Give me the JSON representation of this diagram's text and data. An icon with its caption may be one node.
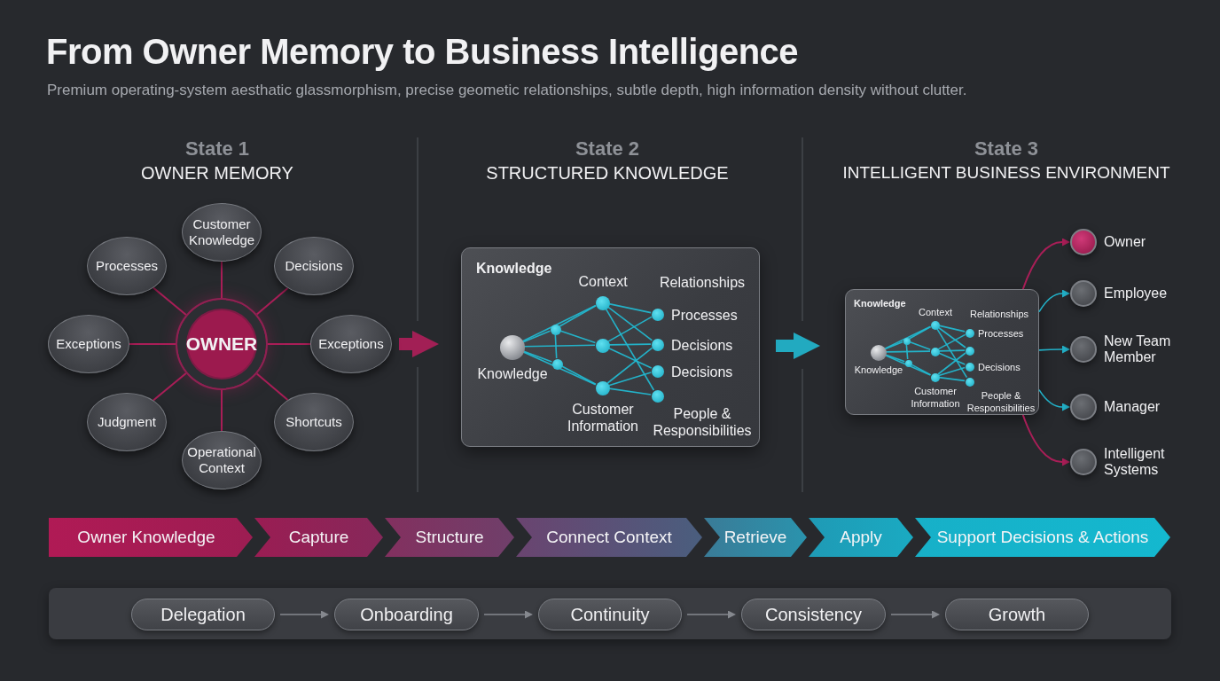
{
  "diagram": {
    "title": "From Owner Memory to Business Intelligence",
    "caption": "Premium operating-system aesthatic glassmorphism, precise geometic relationships, subtle depth, high information density without clutter.",
    "nodes": [
      {
        "text": [
          "State 1",
          "OWNER MEMORY"
        ]
      },
      {
        "text": [
          "OWNER"
        ],
        "in": 0
      },
      {
        "text": [
          "Customer Knowledge"
        ],
        "in": 0
      },
      {
        "text": [
          "Processes"
        ],
        "in": 0
      },
      {
        "text": [
          "Decisions"
        ],
        "in": 0
      },
      {
        "text": [
          "Exceptions"
        ],
        "in": 0
      },
      {
        "text": [
          "Exceptions"
        ],
        "in": 0
      },
      {
        "text": [
          "Judgment"
        ],
        "in": 0
      },
      {
        "text": [
          "Shortcuts"
        ],
        "in": 0
      },
      {
        "text": [
          "Operational Context"
        ],
        "in": 0
      },
      {
        "text": [
          "State 2",
          "STRUCTURED KNOWLEDGE"
        ]
      },
      {
        "text": [
          "Knowledge"
        ],
        "in": 10
      },
      {
        "text": [
          "Context"
        ],
        "in": 11
      },
      {
        "text": [
          "Knowledge"
        ],
        "in": 11
      },
      {
        "text": [],
        "shape": "circle",
        "in": 11
      },
      {
        "text": [],
        "shape": "circle",
        "in": 11
      },
      {
        "text": [],
        "shape": "circle",
        "in": 11
      },
      {
        "text": [
          "Customer Information"
        ],
        "in": 11
      },
      {
        "text": [
          "Processes"
        ],
        "in": 11
      },
      {
        "text": [
          "Decisions"
        ],
        "in": 11
      },
      {
        "text": [
          "Decisions"
        ],
        "in": 11
      },
      {
        "text": [
          "People & Responsibilities"
        ],
        "in": 11
      },
      {
        "text": [
          "State 3",
          "INTELLIGENT BUSINESS ENVIRONMENT"
        ]
      },
      {
        "text": [
          "Knowledge"
        ],
        "in": 22
      },
      {
        "text": [
          "Context"
        ],
        "in": 23
      },
      {
        "text": [
          "Knowledge"
        ],
        "in": 23
      },
      {
        "text": [],
        "shape": "circle",
        "in": 23
      },
      {
        "text": [],
        "shape": "circle",
        "in": 23
      },
      {
        "text": [],
        "shape": "circle",
        "in": 23
      },
      {
        "text": [
          "Customer Information"
        ],
        "in": 23
      },
      {
        "text": [
          "Processes"
        ],
        "in": 23
      },
      {
        "text": [],
        "shape": "circle",
        "in": 23
      },
      {
        "text": [
          "Decisions"
        ],
        "in": 23
      },
      {
        "text": [
          "People & Responsibilities"
        ],
        "in": 23
      },
      {
        "text": [],
        "shape": "circle",
        "beside": [
          "Owner"
        ],
        "in": 22
      },
      {
        "text": [],
        "shape": "circle",
        "beside": [
          "Employee"
        ],
        "in": 22
      },
      {
        "text": [],
        "shape": "circle",
        "beside": [
          "New Team Member"
        ],
        "in": 22
      },
      {
        "text": [],
        "shape": "circle",
        "beside": [
          "Manager"
        ],
        "in": 22
      },
      {
        "text": [],
        "shape": "circle",
        "beside": [
          "Intelligent Systems"
        ],
        "in": 22
      },
      {
        "text": [
          "Owner Knowledge"
        ]
      },
      {
        "text": [
          "Capture"
        ]
      },
      {
        "text": [
          "Structure"
        ]
      },
      {
        "text": [
          "Connect Context"
        ]
      },
      {
        "text": [
          "Retrieve"
        ]
      },
      {
        "text": [
          "Apply"
        ]
      },
      {
        "text": [
          "Support Decisions & Actions"
        ]
      },
      {
        "text": [],
        "shape": "bar"
      },
      {
        "text": [
          "Delegation"
        ],
        "in": 46
      },
      {
        "text": [
          "Onboarding"
        ],
        "in": 46
      },
      {
        "text": [
          "Continuity"
        ],
        "in": 46
      },
      {
        "text": [
          "Consistency"
        ],
        "in": 46
      },
      {
        "text": [
          "Growth"
        ],
        "in": 46
      }
    ],
    "edges": [
      {
        "from": 3,
        "to": 1,
        "arrow": "none",
        "color": "#b01e5a"
      },
      {
        "from": 2,
        "to": 1,
        "arrow": "none",
        "color": "#b01e5a"
      },
      {
        "from": 1,
        "to": 4,
        "arrow": "none",
        "color": "#b01e5a"
      },
      {
        "from": 5,
        "to": 1,
        "arrow": "none",
        "color": "#b01e5a"
      },
      {
        "from": 1,
        "to": 6,
        "arrow": "none",
        "color": "#b01e5a"
      },
      {
        "from": 7,
        "to": 1,
        "arrow": "none",
        "color": "#b01e5a"
      },
      {
        "from": 1,
        "to": 9,
        "arrow": "none",
        "color": "#b01e5a"
      },
      {
        "from": 1,
        "to": 8,
        "arrow": "none",
        "color": "#b01e5a"
      },
      {
        "from": 0,
        "to": 10,
        "arrow": "to",
        "style": "thick",
        "color": "#b01e5a"
      },
      {
        "from": 13,
        "to": 12,
        "arrow": "none"
      },
      {
        "from": 13,
        "to": 14,
        "arrow": "none"
      },
      {
        "from": 13,
        "to": 15,
        "arrow": "none"
      },
      {
        "from": 13,
        "to": 16,
        "arrow": "none"
      },
      {
        "from": 13,
        "to": 17,
        "arrow": "none"
      },
      {
        "from": 14,
        "to": 12,
        "arrow": "none"
      },
      {
        "from": 14,
        "to": 15,
        "arrow": "none"
      },
      {
        "from": 14,
        "to": 16,
        "arrow": "none"
      },
      {
        "from": 16,
        "to": 17,
        "arrow": "none"
      },
      {
        "from": 12,
        "to": 18,
        "arrow": "none"
      },
      {
        "from": 12,
        "to": 19,
        "arrow": "none"
      },
      {
        "from": 12,
        "to": 21,
        "arrow": "none"
      },
      {
        "from": 15,
        "to": 18,
        "arrow": "none"
      },
      {
        "from": 15,
        "to": 19,
        "arrow": "none"
      },
      {
        "from": 15,
        "to": 20,
        "arrow": "none"
      },
      {
        "from": 17,
        "to": 19,
        "arrow": "none"
      },
      {
        "from": 17,
        "to": 20,
        "arrow": "none"
      },
      {
        "from": 17,
        "to": 21,
        "arrow": "none"
      },
      {
        "from": 10,
        "to": 22,
        "arrow": "to",
        "style": "thick"
      },
      {
        "from": 25,
        "to": 24,
        "arrow": "none"
      },
      {
        "from": 25,
        "to": 26,
        "arrow": "none"
      },
      {
        "from": 25,
        "to": 27,
        "arrow": "none"
      },
      {
        "from": 25,
        "to": 28,
        "arrow": "none"
      },
      {
        "from": 25,
        "to": 29,
        "arrow": "none"
      },
      {
        "from": 26,
        "to": 24,
        "arrow": "none"
      },
      {
        "from": 26,
        "to": 27,
        "arrow": "none"
      },
      {
        "from": 26,
        "to": 28,
        "arrow": "none"
      },
      {
        "from": 28,
        "to": 29,
        "arrow": "none"
      },
      {
        "from": 24,
        "to": 30,
        "arrow": "none"
      },
      {
        "from": 24,
        "to": 31,
        "arrow": "none"
      },
      {
        "from": 24,
        "to": 33,
        "arrow": "none"
      },
      {
        "from": 27,
        "to": 30,
        "arrow": "none"
      },
      {
        "from": 27,
        "to": 31,
        "arrow": "none"
      },
      {
        "from": 27,
        "to": 32,
        "arrow": "none"
      },
      {
        "from": 29,
        "to": 31,
        "arrow": "none"
      },
      {
        "from": 29,
        "to": 32,
        "arrow": "none"
      },
      {
        "from": 29,
        "to": 33,
        "arrow": "none"
      },
      {
        "from": 23,
        "to": 34,
        "arrow": "to",
        "color": "#b01e5a"
      },
      {
        "from": 23,
        "to": 35,
        "arrow": "to"
      },
      {
        "from": 23,
        "to": 36,
        "arrow": "to"
      },
      {
        "from": 23,
        "to": 37,
        "arrow": "to"
      },
      {
        "from": 23,
        "to": 38,
        "arrow": "to",
        "color": "#b01e5a"
      },
      {
        "from": 47,
        "to": 48,
        "arrow": "to",
        "color": "#8a8d93"
      },
      {
        "from": 48,
        "to": 49,
        "arrow": "to",
        "color": "#8a8d93"
      },
      {
        "from": 49,
        "to": 50,
        "arrow": "to",
        "color": "#8a8d93"
      },
      {
        "from": 50,
        "to": 51,
        "arrow": "to",
        "color": "#8a8d93"
      }
    ],
    "labels": [
      "Relationships",
      "Relationships"
    ]
  }
}
